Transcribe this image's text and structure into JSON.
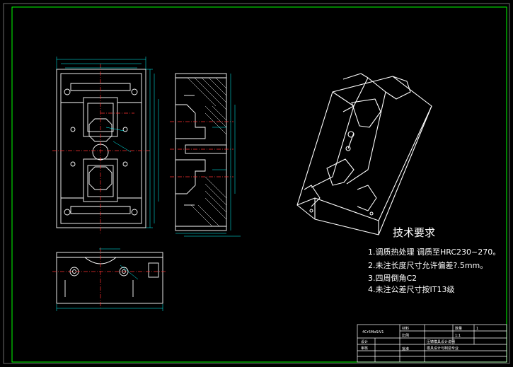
{
  "technical_requirements": {
    "heading": "技术要求",
    "items": [
      "1.调质热处理  调质至HRC230~270。",
      "2.未注长度尺寸允许偏差?.5mm。",
      "3.四周倒角C2",
      "4.未注公差尺寸按IT13级"
    ]
  },
  "title_block": {
    "part_name": "4Cr5MoSiV1",
    "material_label": "材料",
    "qty_label": "数量",
    "qty_value": "1",
    "scale_label": "比例",
    "scale_value": "1:1",
    "design_label": "设计",
    "check_label": "审核",
    "approve_label": "批准",
    "school_line1": "压铸模具设计说明",
    "school_line2": "模具设计与制造专业"
  },
  "colors": {
    "background": "#000000",
    "line": "#ffffff",
    "frame": "#00ff00",
    "dimension": "#00ffff",
    "center": "#ff3030",
    "hatch": "#ffffff",
    "hidden": "#ffff00"
  }
}
